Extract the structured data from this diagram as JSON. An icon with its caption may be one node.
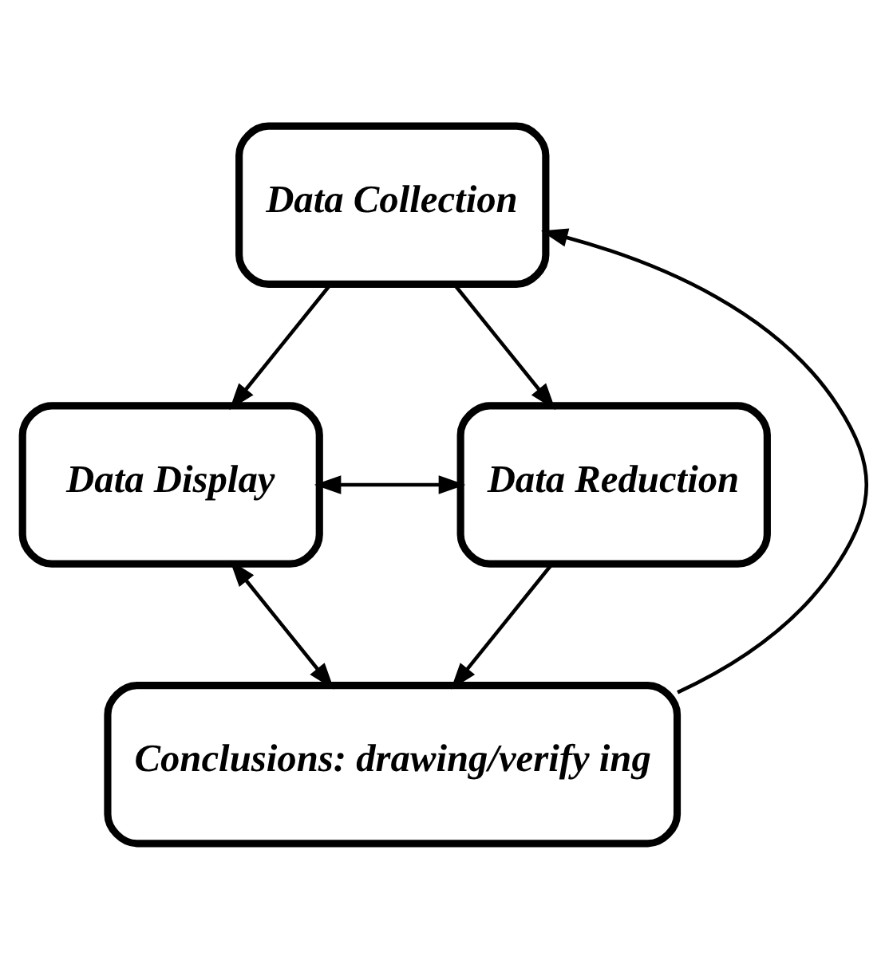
{
  "diagram": {
    "nodes": [
      {
        "text": [
          "Data Collection"
        ]
      },
      {
        "text": [
          "Data Display"
        ]
      },
      {
        "text": [
          "Data Reduction"
        ]
      },
      {
        "text": [
          "Conclusions: drawing/verify ing"
        ]
      }
    ],
    "edges": [
      {
        "from": 0,
        "to": 1,
        "arrow": "to"
      },
      {
        "from": 0,
        "to": 2,
        "arrow": "to"
      },
      {
        "from": 1,
        "to": 2,
        "arrow": "both"
      },
      {
        "from": 1,
        "to": 3,
        "arrow": "both"
      },
      {
        "from": 2,
        "to": 3,
        "arrow": "to"
      },
      {
        "from": 3,
        "to": 0,
        "arrow": "to"
      }
    ]
  }
}
